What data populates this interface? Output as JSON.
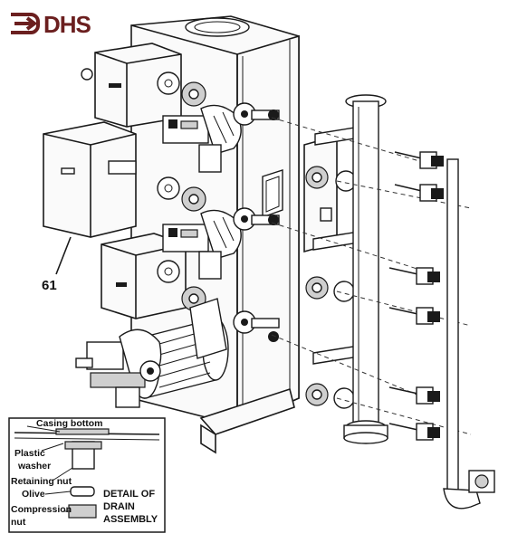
{
  "logo": {
    "text": "DHS"
  },
  "callout_61": "61",
  "detail": {
    "casing_bottom": "Casing bottom",
    "plastic": "Plastic",
    "washer": "washer",
    "retaining_nut": "Retaining nut",
    "olive": "Olive",
    "compression": "Compression",
    "nut": "nut",
    "title_line1": "DETAIL OF",
    "title_line2": "DRAIN",
    "title_line3": "ASSEMBLY"
  }
}
